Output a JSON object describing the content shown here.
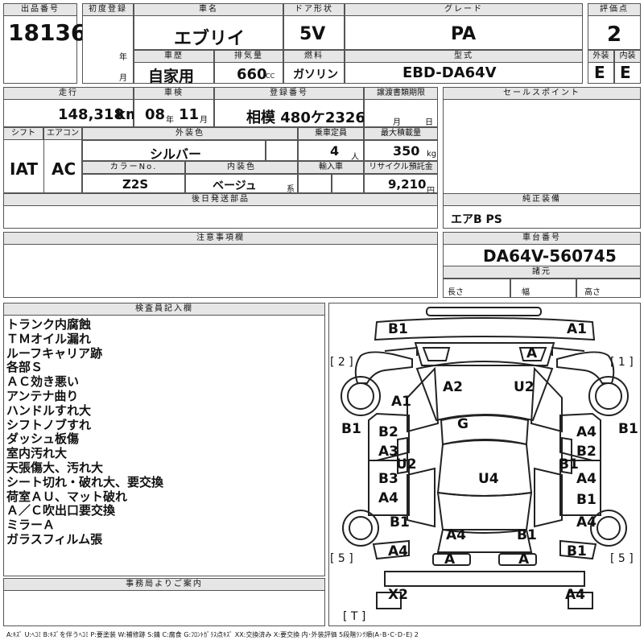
{
  "headers": {
    "lot_no": "出品番号",
    "first_reg": "初度登録",
    "car_name": "車名",
    "door": "ドア形状",
    "grade": "グレード",
    "score": "評価点",
    "year": "年",
    "month": "月",
    "history": "車歴",
    "displacement": "排気量",
    "fuel": "燃料",
    "model": "型式",
    "exterior": "外装",
    "interior": "内装",
    "mileage": "走行",
    "inspection": "車検",
    "reg_no": "登録番号",
    "transfer": "譲渡書類期限",
    "sales_point": "セールスポイント",
    "shift": "シフト",
    "aircon": "エアコン",
    "ext_color": "外装色",
    "capacity": "乗車定員",
    "max_load": "最大積載量",
    "color_no": "カラーNo.",
    "int_color": "内装色",
    "import": "輸入車",
    "recycle": "リサイクル預託金",
    "later_parts": "後日発送部品",
    "genuine_equip": "純正装備",
    "notes": "注意事項欄",
    "chassis_no": "車台番号",
    "specs": "諸元",
    "inspector_notes": "検査員記入欄",
    "office_notes": "事務局よりご案内"
  },
  "values": {
    "lot_no": "18136",
    "car_name": "エブリイ",
    "door": "5V",
    "grade": "PA",
    "score": "2",
    "history": "自家用",
    "displacement": "660",
    "displacement_unit": "CC",
    "fuel": "ガソリン",
    "model": "EBD-DA64V",
    "exterior": "E",
    "interior": "E",
    "mileage": "148,318",
    "mileage_unit": "km",
    "inspection_y": "08",
    "inspection_m": "11",
    "y_unit": "年",
    "m_unit": "月",
    "reg_no": "相模 480ケ2326",
    "transfer_m": "月",
    "transfer_d": "日",
    "shift": "IAT",
    "aircon": "AC",
    "ext_color": "シルバー",
    "capacity": "4",
    "capacity_unit": "人",
    "max_load": "350",
    "max_load_unit": "kg",
    "color_no": "Z2S",
    "int_color": "ベージュ",
    "int_suffix": "系",
    "recycle": "9,210",
    "recycle_unit": "円",
    "genuine_equip": "エアB PS",
    "chassis_no": "DA64V-560745",
    "length": "長さ",
    "width": "幅",
    "height": "高さ"
  },
  "inspector_notes": [
    "トランク内腐蝕",
    "ＴＭオイル漏れ",
    "ルーフキャリア跡",
    "各部Ｓ",
    "ＡＣ効き悪い",
    "アンテナ曲り",
    "ハンドルすれ大",
    "シフトノブすれ",
    "ダッシュ板傷",
    "室内汚れ大",
    "天張傷大、汚れ大",
    "シート切れ・破れ大、要交換",
    "荷室ＡＵ、マット破れ",
    "Ａ／Ｃ吹出口要交換",
    "ミラーＡ",
    "ガラスフィルム張"
  ],
  "diagram": {
    "labels": [
      "B1",
      "A1",
      "A",
      "[ 2 ]",
      "[ 1 ]",
      "A2",
      "U2",
      "A1",
      "G",
      "B1",
      "B1",
      "B2",
      "A4",
      "A3",
      "B2",
      "U2",
      "B1",
      "B3",
      "U4",
      "A4",
      "A4",
      "B1",
      "B1",
      "A4",
      "A4",
      "B1",
      "A4",
      "[ 5 ]",
      "[ 5 ]",
      "A",
      "A",
      "B1",
      "X2",
      "A4",
      "[ T ]"
    ]
  },
  "legend": "A:ｷｽﾞ U:ﾍｺﾐ B:ｷｽﾞを伴うﾍｺﾐ P:要塗装 W:補修跡 S:錆 C:腐食 G:ﾌﾛﾝﾄｶﾞﾗｽ点ｷｽﾞ XX:交換済み X:要交換 内･外装評価 5段階ﾗﾝｸ順(A･B･C･D･E) 2"
}
